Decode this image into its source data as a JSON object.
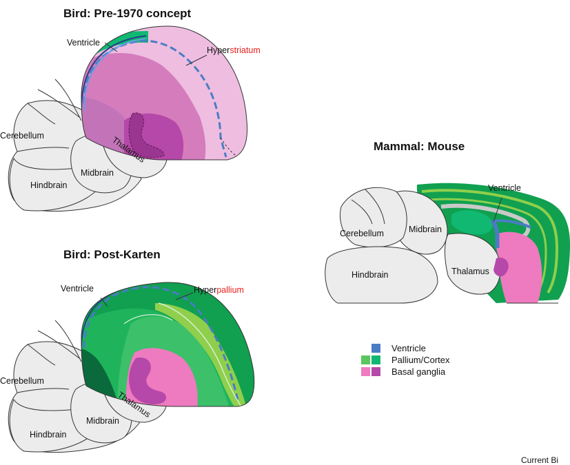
{
  "panels": {
    "pre1970": {
      "title": "Bird: Pre-1970 concept",
      "ventricle": "Ventricle",
      "hyper_prefix": "Hyper",
      "hyper_suffix": "striatum",
      "cerebellum": "Cerebellum",
      "thalamus": "Thalamus",
      "midbrain": "Midbrain",
      "hindbrain": "Hindbrain"
    },
    "postkarten": {
      "title": "Bird: Post-Karten",
      "ventricle": "Ventricle",
      "hyper_prefix": "Hyper",
      "hyper_suffix": "pallium",
      "cerebellum": "Cerebellum",
      "thalamus": "Thalamus",
      "midbrain": "Midbrain",
      "hindbrain": "Hindbrain"
    },
    "mouse": {
      "title": "Mammal: Mouse",
      "ventricle": "Ventricle",
      "cerebellum": "Cerebellum",
      "midbrain": "Midbrain",
      "thalamus": "Thalamus",
      "hindbrain": "Hindbrain"
    }
  },
  "legend": {
    "items": [
      {
        "label": "Ventricle",
        "colors": [
          "#4a7cc4"
        ]
      },
      {
        "label": "Pallium/Cortex",
        "colors": [
          "#5cc65e",
          "#10b872"
        ]
      },
      {
        "label": "Basal ganglia",
        "colors": [
          "#ee7abf",
          "#b548a8"
        ]
      }
    ]
  },
  "credit": "Current Bi"
}
